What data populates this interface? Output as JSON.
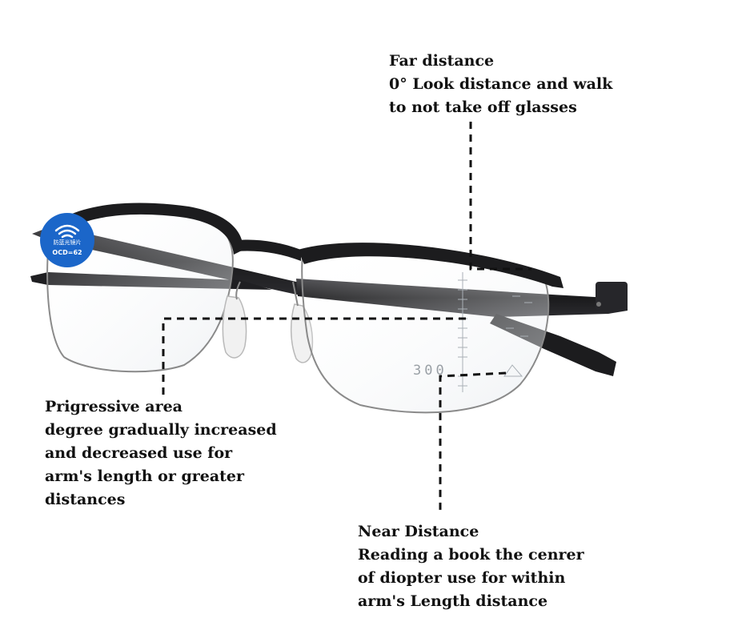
{
  "annotations": {
    "far": {
      "lines": [
        "Far distance",
        "0°  Look distance and walk",
        "to not take off glasses"
      ]
    },
    "progressive": {
      "lines": [
        "Prigressive area",
        "degree gradually increased",
        "and decreased use for",
        "arm's length or greater",
        "distances"
      ]
    },
    "near": {
      "lines": [
        "Near Distance",
        "Reading a book the cenrer",
        "of diopter use for within",
        "arm's Length distance"
      ]
    }
  },
  "lens": {
    "diopter_marking": "300",
    "badge_text": "防蓝光镜片",
    "badge_code": "OCD=62"
  },
  "colors": {
    "frame": "#1c1c1e",
    "lens_rim": "#8a8a8a",
    "leader_line": "#111111",
    "badge": "#1b66c9",
    "text": "#111111"
  }
}
